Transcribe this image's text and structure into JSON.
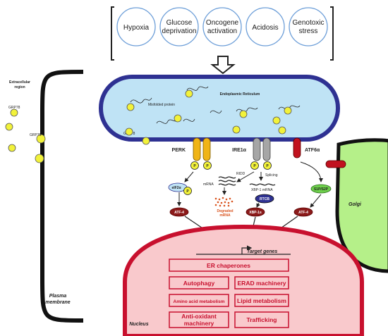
{
  "stressors": [
    "Hypoxia",
    "Glucose deprivation",
    "Oncogene activation",
    "Acidosis",
    "Genotoxic stress"
  ],
  "regions": {
    "extracellular": "Extracellular region",
    "plasma_membrane": "Plasma membrane",
    "er": "Endoplasmic Reticulum",
    "golgi": "Golgi",
    "nucleus": "Nucleus"
  },
  "labels": {
    "misfolded_protein": "Misfolded protein",
    "grp78": "GRP78",
    "perk": "PERK",
    "ire1": "IRE1α",
    "atf6": "ATF6α",
    "p": "P",
    "ridd": "RIDD",
    "splicing": "Splicing",
    "xbp1_mrna": "XBP-1 mRNA",
    "mrna": "mRNA",
    "degraded_mrna": "Degraded mRNA",
    "eif2a": "eIF2α",
    "atf4": "ATF-4",
    "rtcb": "RTCB",
    "xbp1s": "XBP-1s",
    "s1p_s2p": "S1P/S2P",
    "target_genes": "Target genes"
  },
  "target_boxes": [
    "ER chaperones",
    "Autophagy",
    "ERAD machinery",
    "Amino acid metabolism",
    "Lipid metabolism",
    "Anti-oxidant machinery",
    "Trafficking"
  ],
  "colors": {
    "er_border": "#2e3192",
    "er_fill": "#bfe3f5",
    "nucleus_border": "#c8102e",
    "nucleus_fill": "#f9c9cc",
    "golgi_fill": "#b5f089",
    "grp78": "#f2f23a",
    "perk": "#f0b416",
    "ire1": "#a6a6a6",
    "atf6": "#c1121f"
  }
}
